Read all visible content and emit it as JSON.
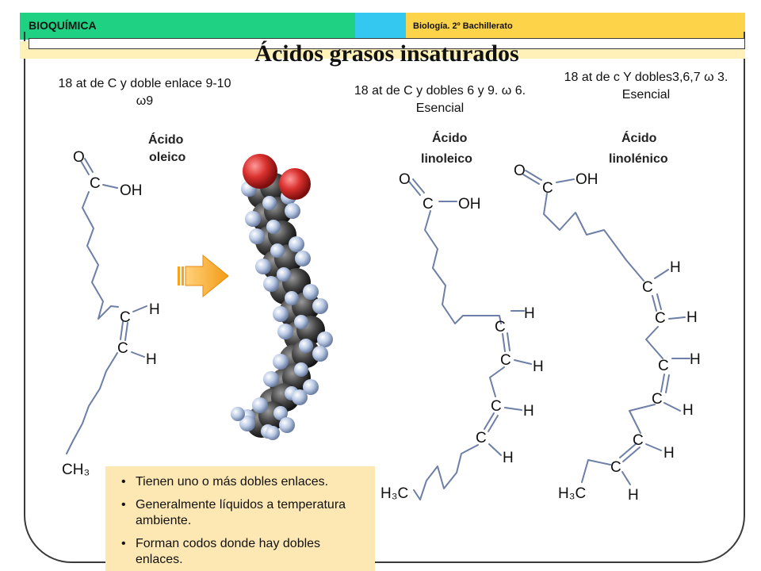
{
  "header": {
    "left_label": "BIOQUÍMICA",
    "right_label": "Biología. 2º Bachillerato",
    "colors": {
      "green": "#1fd283",
      "blue": "#34c8f0",
      "yellow": "#fdd34a"
    }
  },
  "title": "Ácidos grasos insaturados",
  "captions": [
    "18 at de C y doble enlace 9-10 ω9",
    "18 at de C y dobles 6 y 9. ω 6. Esencial",
    "18 at de c Y dobles3,6,7 ω 3. Esencial"
  ],
  "structures": {
    "oleico": {
      "name_line1": "Ácido",
      "name_line2": "oleico",
      "atom_O": "O",
      "atom_C": "C",
      "group_OH": "OH",
      "atom_H": "H",
      "tail": "CH₃"
    },
    "linoleico": {
      "name_line1": "Ácido",
      "name_line2": "linoleico",
      "atom_O": "O",
      "atom_C": "C",
      "group_OH": "OH",
      "atom_H": "H",
      "tail": "H₃C"
    },
    "linolenico": {
      "name_line1": "Ácido",
      "name_line2": "linolénico",
      "atom_O": "O",
      "atom_C": "C",
      "group_OH": "OH",
      "atom_H": "H",
      "tail": "H₃C"
    }
  },
  "model_icon": "space-filling-molecule-model",
  "arrow_icon": "orange-block-arrow-right",
  "notes": [
    "Tienen uno o más dobles enlaces.",
    "Generalmente líquidos a temperatura ambiente.",
    "Forman codos donde hay dobles enlaces."
  ]
}
